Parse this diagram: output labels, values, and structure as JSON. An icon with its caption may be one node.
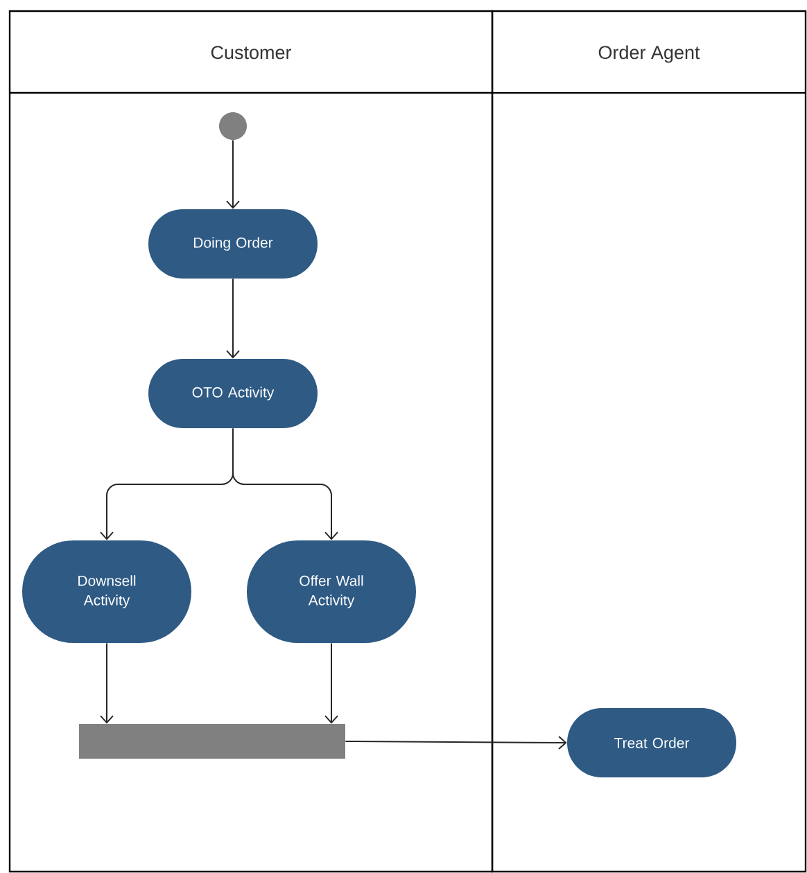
{
  "diagram": {
    "nodes": [
      {
        "text": [
          "Customer"
        ]
      },
      {
        "text": [
          "Order Agent"
        ]
      },
      {
        "text": [],
        "shape": "circle",
        "in": 0
      },
      {
        "text": [
          "Doing Order"
        ],
        "in": 0
      },
      {
        "text": [
          "OTO Activity"
        ],
        "in": 0
      },
      {
        "text": [
          "Downsell Activity"
        ],
        "in": 0
      },
      {
        "text": [
          "Offer Wall Activity"
        ],
        "in": 0
      },
      {
        "text": [],
        "shape": "bar",
        "in": 0
      },
      {
        "text": [
          "Treat Order"
        ],
        "in": 1
      }
    ],
    "edges": [
      {
        "from": 2,
        "to": 3,
        "arrow": "to"
      },
      {
        "from": 3,
        "to": 4,
        "arrow": "to"
      },
      {
        "from": 4,
        "to": 5,
        "arrow": "to"
      },
      {
        "from": 4,
        "to": 6,
        "arrow": "to"
      },
      {
        "from": 5,
        "to": 7,
        "arrow": "to"
      },
      {
        "from": 6,
        "to": 7,
        "arrow": "to"
      },
      {
        "from": 7,
        "to": 8,
        "arrow": "to"
      }
    ]
  }
}
